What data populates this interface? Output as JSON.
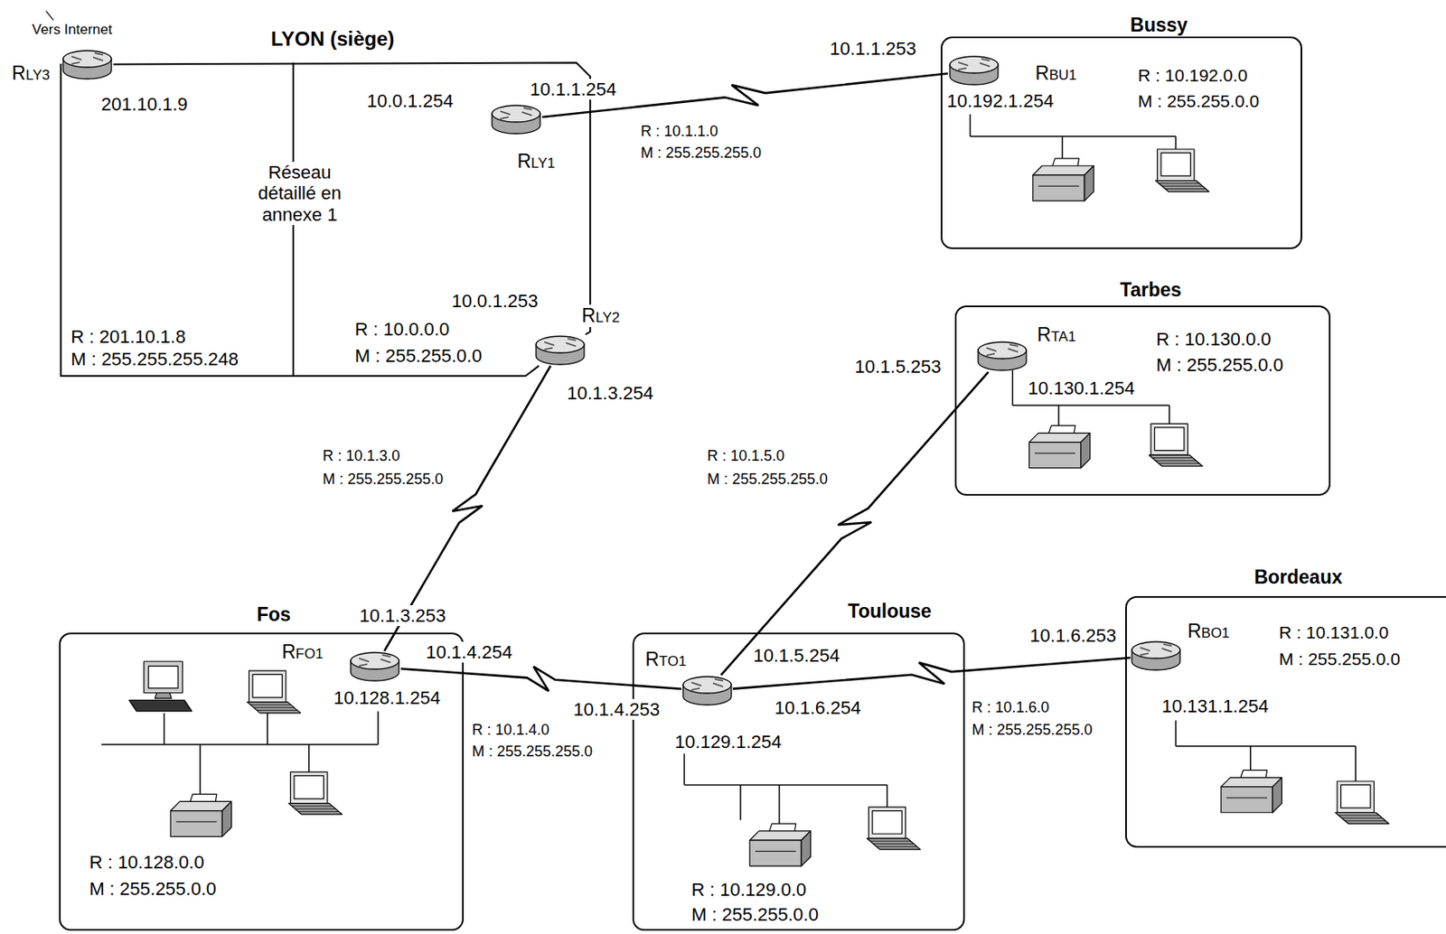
{
  "diagram": {
    "nodes": [
      {
        "text": [
          "RLY3"
        ]
      },
      {
        "text": [
          "RLY1"
        ]
      },
      {
        "text": [
          "RLY2"
        ]
      },
      {
        "text": [
          "Bussy"
        ]
      },
      {
        "text": [
          "RBU1"
        ],
        "in": 3
      },
      {
        "text": [
          "Tarbes"
        ]
      },
      {
        "text": [
          "RTA1"
        ],
        "in": 5
      },
      {
        "text": [
          "Bordeaux"
        ]
      },
      {
        "text": [
          "RBO1"
        ],
        "in": 7
      },
      {
        "text": [
          "Fos"
        ]
      },
      {
        "text": [
          "RFO1"
        ],
        "in": 9
      },
      {
        "text": [
          "Toulouse"
        ]
      },
      {
        "text": [
          "RTO1"
        ],
        "in": 11
      }
    ],
    "edges": [
      {
        "from": 1,
        "to": 4,
        "arrow": "none"
      },
      {
        "from": 2,
        "to": 10,
        "arrow": "none"
      },
      {
        "from": 10,
        "to": 12,
        "arrow": "none"
      },
      {
        "from": 12,
        "to": 6,
        "arrow": "none"
      },
      {
        "from": 12,
        "to": 8,
        "arrow": "none"
      },
      {
        "from": 0,
        "to": 2,
        "arrow": "none"
      },
      {
        "from": 0,
        "to": 2,
        "arrow": "none"
      }
    ],
    "labels": [
      "Vers Internet",
      "LYON (siège)",
      "201.10.1.9",
      "10.0.1.254",
      "10.1.1.254",
      "Réseau détaillé en annexe 1",
      "R : 201.10.1.8",
      "M : 255.255.255.248",
      "10.0.1.253",
      "R : 10.0.0.0",
      "M : 255.255.0.0",
      "10.1.3.254",
      "10.1.1.253",
      "R : 10.1.1.0",
      "M : 255.255.255.0",
      "10.192.1.254",
      "R : 10.192.0.0",
      "M : 255.255.0.0",
      "R : 10.130.0.0",
      "M : 255.255.0.0",
      "10.1.5.253",
      "10.130.1.254",
      "R : 10.1.3.0",
      "M : 255.255.255.0",
      "R : 10.1.5.0",
      "M : 255.255.255.0",
      "10.1.3.253",
      "10.1.4.254",
      "10.128.1.254",
      "10.1.4.253",
      "R : 10.1.4.0",
      "M : 255.255.255.0",
      "10.1.5.254",
      "10.1.6.254",
      "10.129.1.254",
      "R : 10.129.0.0",
      "M : 255.255.0.0",
      "R : 10.128.0.0",
      "M : 255.255.0.0",
      "10.1.6.253",
      "R : 10.1.6.0",
      "M : 255.255.255.0",
      "R : 10.131.0.0",
      "M : 255.255.0.0",
      "10.131.1.254"
    ]
  }
}
